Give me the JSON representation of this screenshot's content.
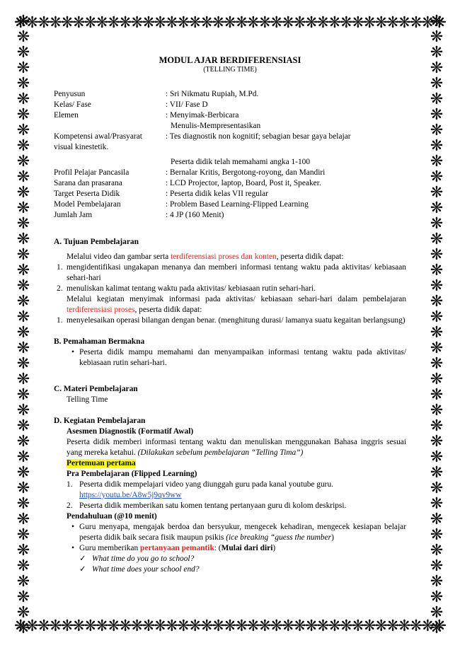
{
  "border": {
    "ornament": "❋❋❋❋❋❋❋❋❋❋❋❋❋❋❋❋❋❋❋❋❋❋❋❋❋❋❋❋❋❋❋❋❋❋❋❋❋❋❋❋❋❋❋❋❋",
    "ornament_v": "❋❋❋❋❋❋❋❋❋❋❋❋❋❋❋❋❋❋❋❋❋❋❋❋❋❋❋❋❋❋❋❋❋❋❋❋❋❋❋❋❋❋"
  },
  "doc": {
    "title": "MODUL AJAR BERDIFERENSIASI",
    "subtitle": "(TELLING TIME)"
  },
  "info": {
    "penyusun_label": "Penyusun",
    "penyusun_value": ": Sri Nikmatu Rupiah, M.Pd.",
    "kelas_label": "Kelas/ Fase",
    "kelas_value": ": VII/ Fase D",
    "elemen_label": "Elemen",
    "elemen_value1": ": Menyimak-Berbicara",
    "elemen_value2": "Menulis-Mempresentasikan",
    "kompetensi_label1": "Kompetensi awal/Prasyarat",
    "kompetensi_value1": ": Tes diagnostik non kognitif; sebagian besar gaya belajar",
    "kompetensi_label2": "visual kinestetik.",
    "kompetensi_value2": "Peserta didik telah memahami angka 1-100",
    "profil_label": "Profil Pelajar Pancasila",
    "profil_value": ": Bernalar Kritis, Bergotong-royong, dan Mandiri",
    "sarana_label": "Sarana dan prasarana",
    "sarana_value": ": LCD Projector, laptop, Board, Post it, Speaker.",
    "target_label": "Target Peserta Didik",
    "target_value": ": Peserta didik kelas VII regular",
    "model_label": "Model Pembelajaran",
    "model_value": ": Problem Based Learning-Flipped Learning",
    "jam_label": "Jumlah Jam",
    "jam_value": ": 4 JP (160 Menit)"
  },
  "sectionA": {
    "heading": "A. Tujuan Pembelajaran",
    "intro_pre": "Melalui video dan gambar serta ",
    "intro_red": "terdiferensiasi proses dan konten",
    "intro_post": ", peserta didik dapat:",
    "item1_num": "1.",
    "item1": "mengidentifikasi ungakapan menanya dan memberi informasi tentang waktu pada aktivitas/ kebiasaan sehari-hari",
    "item2_num": "2.",
    "item2": "menuliskan kalimat tentang waktu pada aktivitas/ kebiasaan rutin sehari-hari.",
    "para2_pre": "Melalui kegiatan menyimak informasi pada aktivitas/ kebiasaan sehari-hari dalam pembelajaran ",
    "para2_red": "terdiferensiasi proses",
    "para2_post": ", peserta didik dapat:",
    "item3_num": "1.",
    "item3": "menyelesaikan operasi bilangan dengan benar. (menghitung durasi/ lamanya suatu kegaitan berlangsung)"
  },
  "sectionB": {
    "heading": "B. Pemahaman Bermakna",
    "bullet": "•",
    "item1": "Peserta didik mampu memahami dan menyampaikan informasi tentang waktu pada aktivitas/ kebiasaan rutin sehari-hari."
  },
  "sectionC": {
    "heading": "C. Materi Pembelajaran",
    "text": "Telling Time"
  },
  "sectionD": {
    "heading": "D. Kegiatan Pembelajaran",
    "asesmen_heading": "Asesmen Diagnostik (Formatif Awal)",
    "asesmen_text": "Peserta didik memberi informasi tentang waktu dan menuliskan menggunakan Bahasa inggris sesuai yang mereka ketahui. ",
    "asesmen_italic": "(Dilakukan sebelum pembelajaran “Telling Tima”)",
    "pertemuan": "Pertemuan pertama",
    "pra_heading": "Pra Pembelajaran (Flipped Learning)",
    "pra1_num": "1.",
    "pra1": "Peserta didik mempelajari video yang diunggah guru pada kanal youtube guru.",
    "pra1_link": "https://youtu.be/A8w5j9qv9ww",
    "pra2_num": "2.",
    "pra2": "Peserta didik memberikan satu komen tentang pertanyaan guru di kolom deskripsi.",
    "pendahuluan_heading": "Pendahuluan (@10 menit)",
    "bullet": "•",
    "p1_text": "Guru menyapa, mengajak berdoa dan bersyukur, mengecek kehadiran, mengecek kesiapan belajar peserta didik baik secara fisik maupun psikis ",
    "p1_italic": "(ice breaking “guess the number",
    "p1_end": ")",
    "p2_pre": "Guru memberikan ",
    "p2_red": "pertanyaan pemantik",
    "p2_mid": ": (",
    "p2_bold": "Mulai dari diri",
    "p2_end": ")",
    "check": "✓",
    "q1": "What time do you go to school?",
    "q2": "What time does your school end?"
  }
}
